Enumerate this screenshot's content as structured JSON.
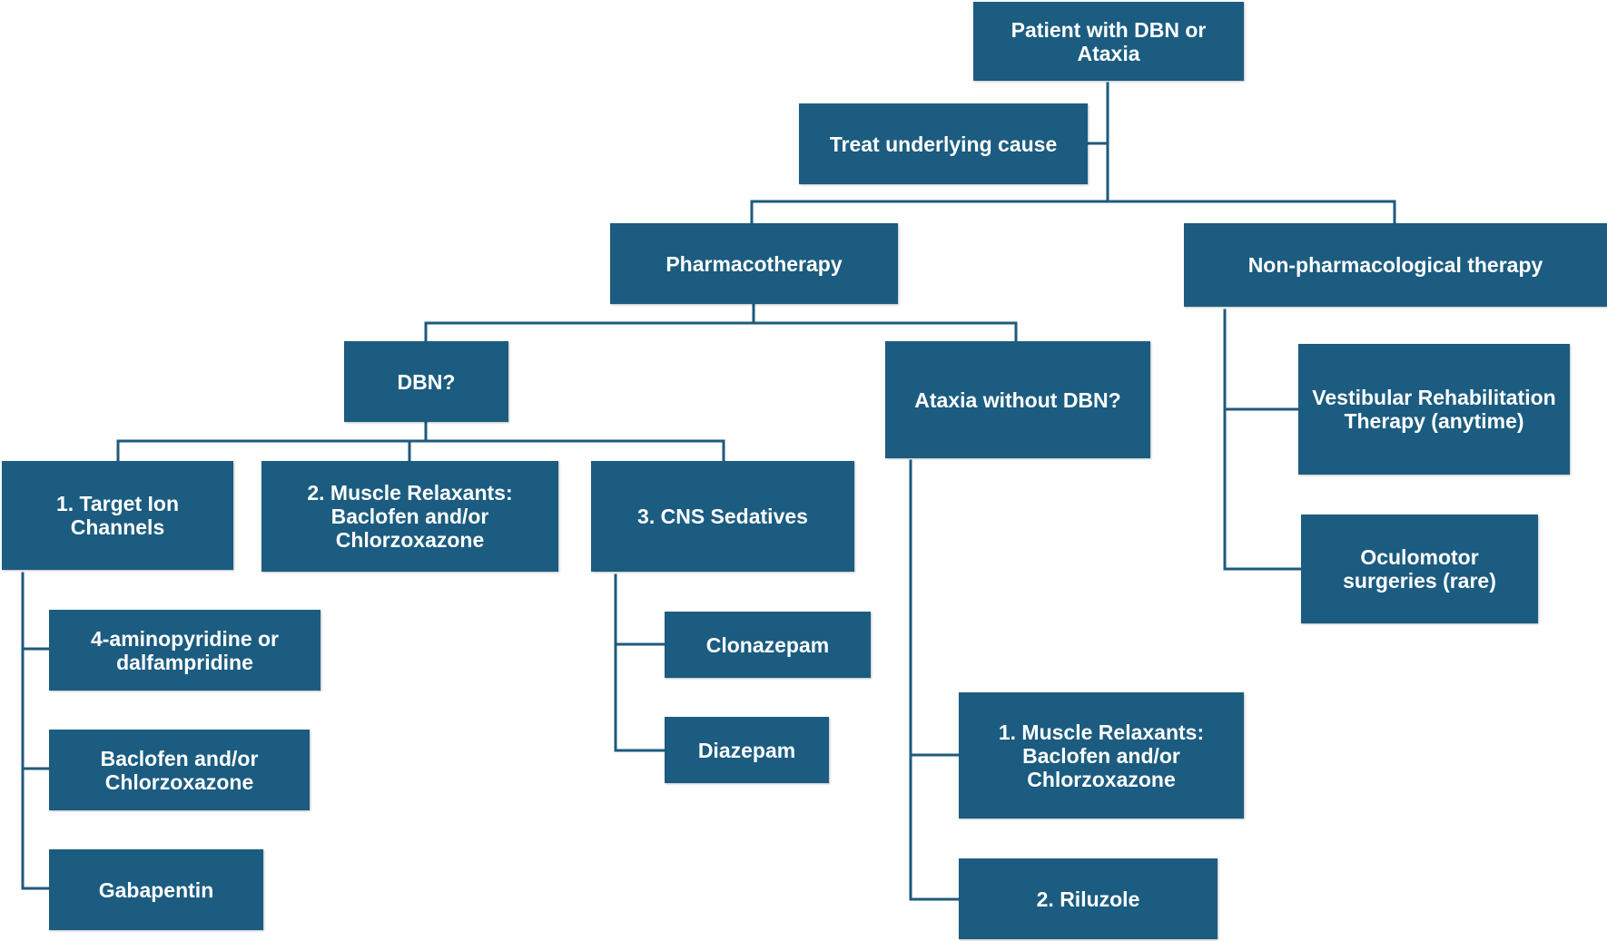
{
  "nodes": {
    "patient": "Patient with DBN or\nAtaxia",
    "treat_cause": "Treat underlying cause",
    "pharmacotherapy": "Pharmacotherapy",
    "non_pharm": "Non-pharmacological therapy",
    "dbn": "DBN?",
    "ataxia_without_dbn": "Ataxia without DBN?",
    "target_ion": "1. Target Ion\nChannels",
    "muscle_relaxants": "2. Muscle Relaxants:\nBaclofen and/or\nChlorzoxazone",
    "cns_sedatives": "3. CNS Sedatives",
    "aminopyridine": "4-aminopyridine or\ndalfampridine",
    "baclofen": "Baclofen and/or\nChlorzoxazone",
    "gabapentin": "Gabapentin",
    "clonazepam": "Clonazepam",
    "diazepam": "Diazepam",
    "ataxia_muscle_relaxants": "1. Muscle Relaxants:\nBaclofen and/or\nChlorzoxazone",
    "riluzole": "2. Riluzole",
    "vestibular": "Vestibular Rehabilitation\nTherapy (anytime)",
    "oculomotor": "Oculomotor\nsurgeries (rare)"
  },
  "colors": {
    "node_fill": "#1b5c80",
    "node_text": "#ffffff",
    "connector": "#1e5a7d"
  }
}
